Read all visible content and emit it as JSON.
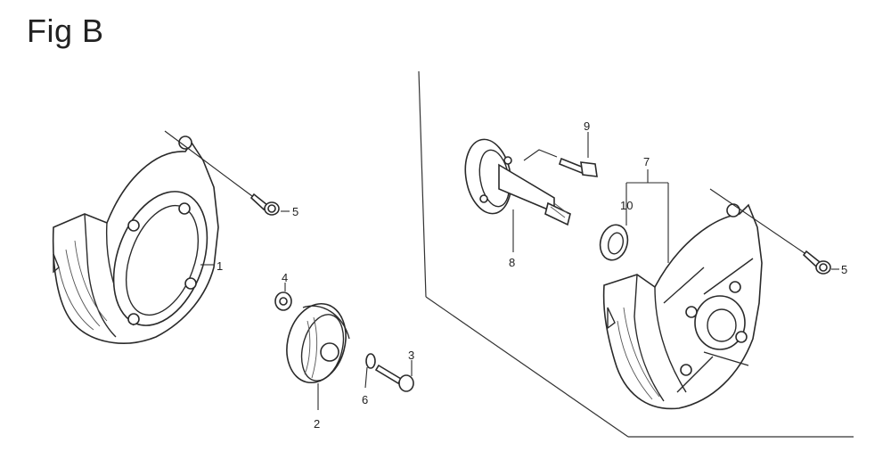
{
  "title": "Fig B",
  "callouts": {
    "c1": "1",
    "c2": "2",
    "c3": "3",
    "c4": "4",
    "c5_left": "5",
    "c6": "6",
    "c7": "7",
    "c8": "8",
    "c9": "9",
    "c10": "10",
    "c5_right": "5"
  }
}
